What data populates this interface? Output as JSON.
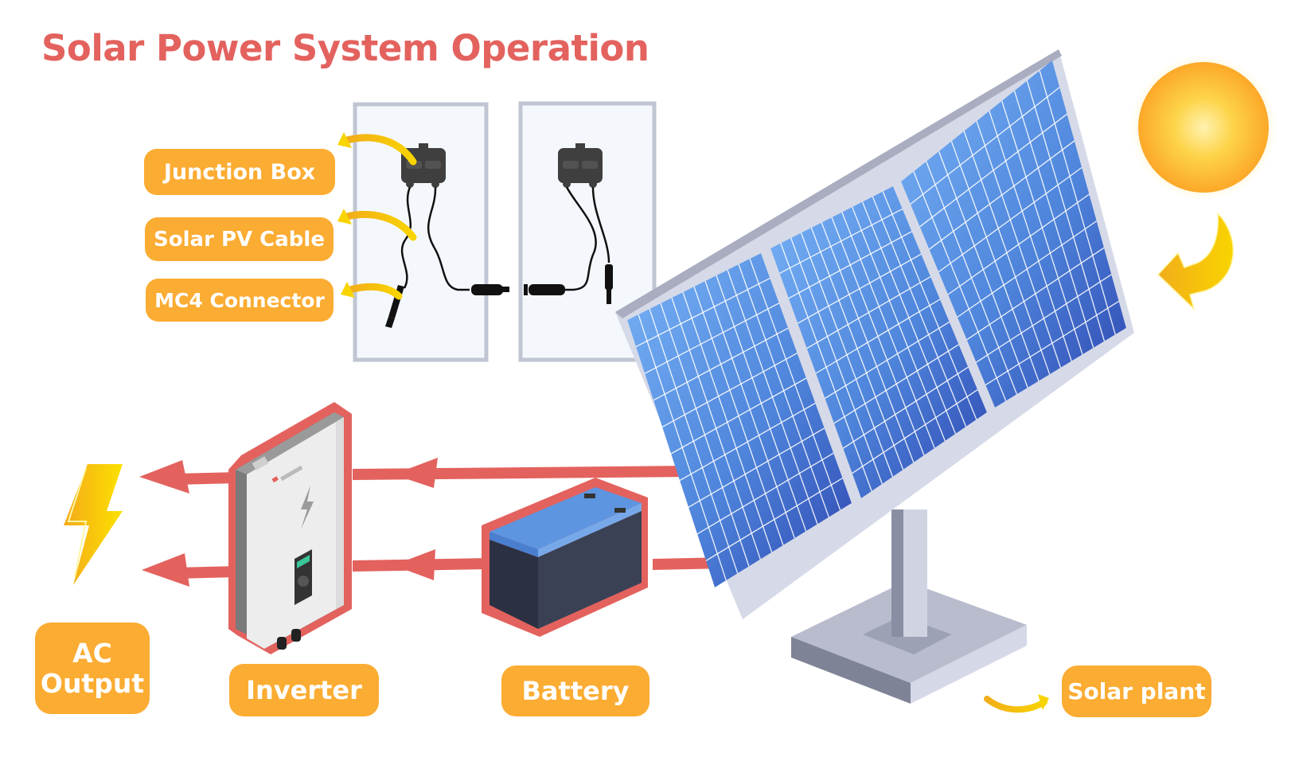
{
  "title": "Solar Power System Operation",
  "labels": {
    "junction_box": "Junction Box",
    "pv_cable": "Solar PV Cable",
    "mc4": "MC4 Connector",
    "ac_output_line1": "AC",
    "ac_output_line2": "Output",
    "inverter": "Inverter",
    "battery": "Battery",
    "solar_plant": "Solar plant"
  },
  "colors": {
    "title": "#e3625e",
    "label_bg": "#fbac32",
    "flow_arrow": "#e3625e",
    "pointer_arrow": "#f5b81c",
    "panel_blue_light": "#6aa5f0",
    "panel_blue_dark": "#3350b8",
    "frame": "#d6dae8",
    "sun": "#fdb92d",
    "battery_top": "#5e95e0",
    "battery_body": "#353c4e",
    "inverter_body": "#eeeeee",
    "inverter_side": "#7d7d7d",
    "stand": "#b8bccd"
  },
  "icons": {
    "sun": "sun-icon",
    "lightning": "lightning-bolt-icon",
    "junction_box": "junction-box-icon",
    "mc4": "mc4-connector-icon",
    "inverter": "inverter-icon",
    "battery": "battery-icon",
    "solar_array": "solar-panel-array-icon"
  }
}
